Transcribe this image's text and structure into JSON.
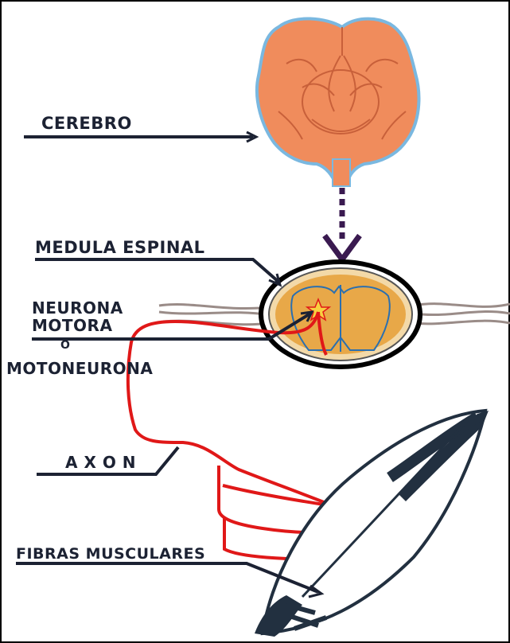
{
  "labels": {
    "brain": "CEREBRO",
    "spinal_cord": "MEDULA ESPINAL",
    "motor_neuron_line1": "NEURONA",
    "motor_neuron_line2": "MOTORA",
    "motor_neuron_line3": "O",
    "motor_neuron_line4": "MOTONEURONA",
    "axon": "A X O N",
    "muscle_fibers": "FIBRAS MUSCULARES"
  },
  "colors": {
    "brain": "#f08c5c",
    "brain_outline": "#7ab8e0",
    "spinal_cord_fill": "#e8a848",
    "nerve": "#9a8c88",
    "axon": "#e01818",
    "arrow_dashed": "#3a1a50",
    "muscle": "#223040",
    "text": "#1c2233"
  }
}
